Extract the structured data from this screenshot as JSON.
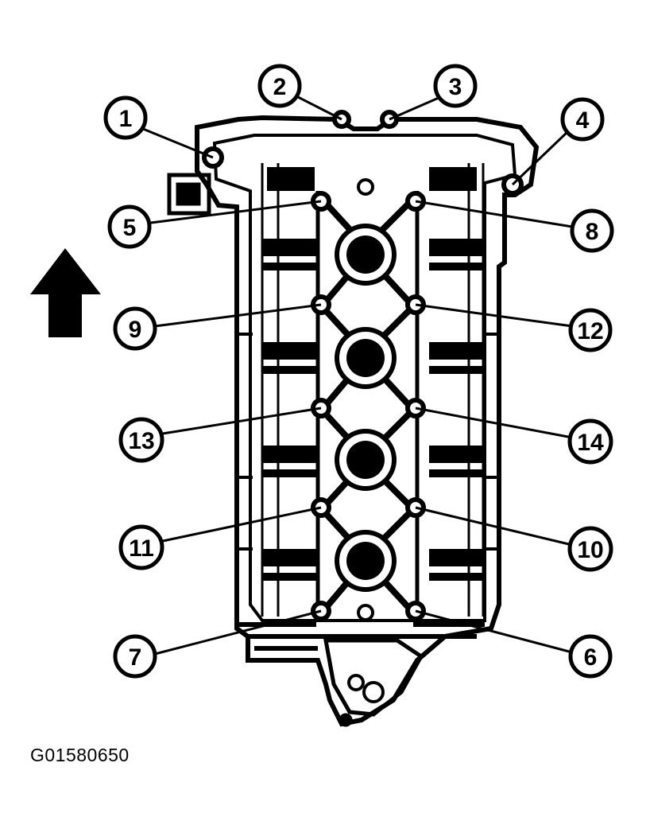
{
  "figure_id": "G01580650",
  "callouts": [
    {
      "label": "1"
    },
    {
      "label": "2"
    },
    {
      "label": "3"
    },
    {
      "label": "4"
    },
    {
      "label": "5"
    },
    {
      "label": "8"
    },
    {
      "label": "9"
    },
    {
      "label": "12"
    },
    {
      "label": "13"
    },
    {
      "label": "14"
    },
    {
      "label": "11"
    },
    {
      "label": "10"
    },
    {
      "label": "7"
    },
    {
      "label": "6"
    }
  ],
  "icons": {
    "direction_arrow": "arrow-up-icon"
  },
  "colors": {
    "ink": "#000000",
    "paper": "#ffffff"
  }
}
